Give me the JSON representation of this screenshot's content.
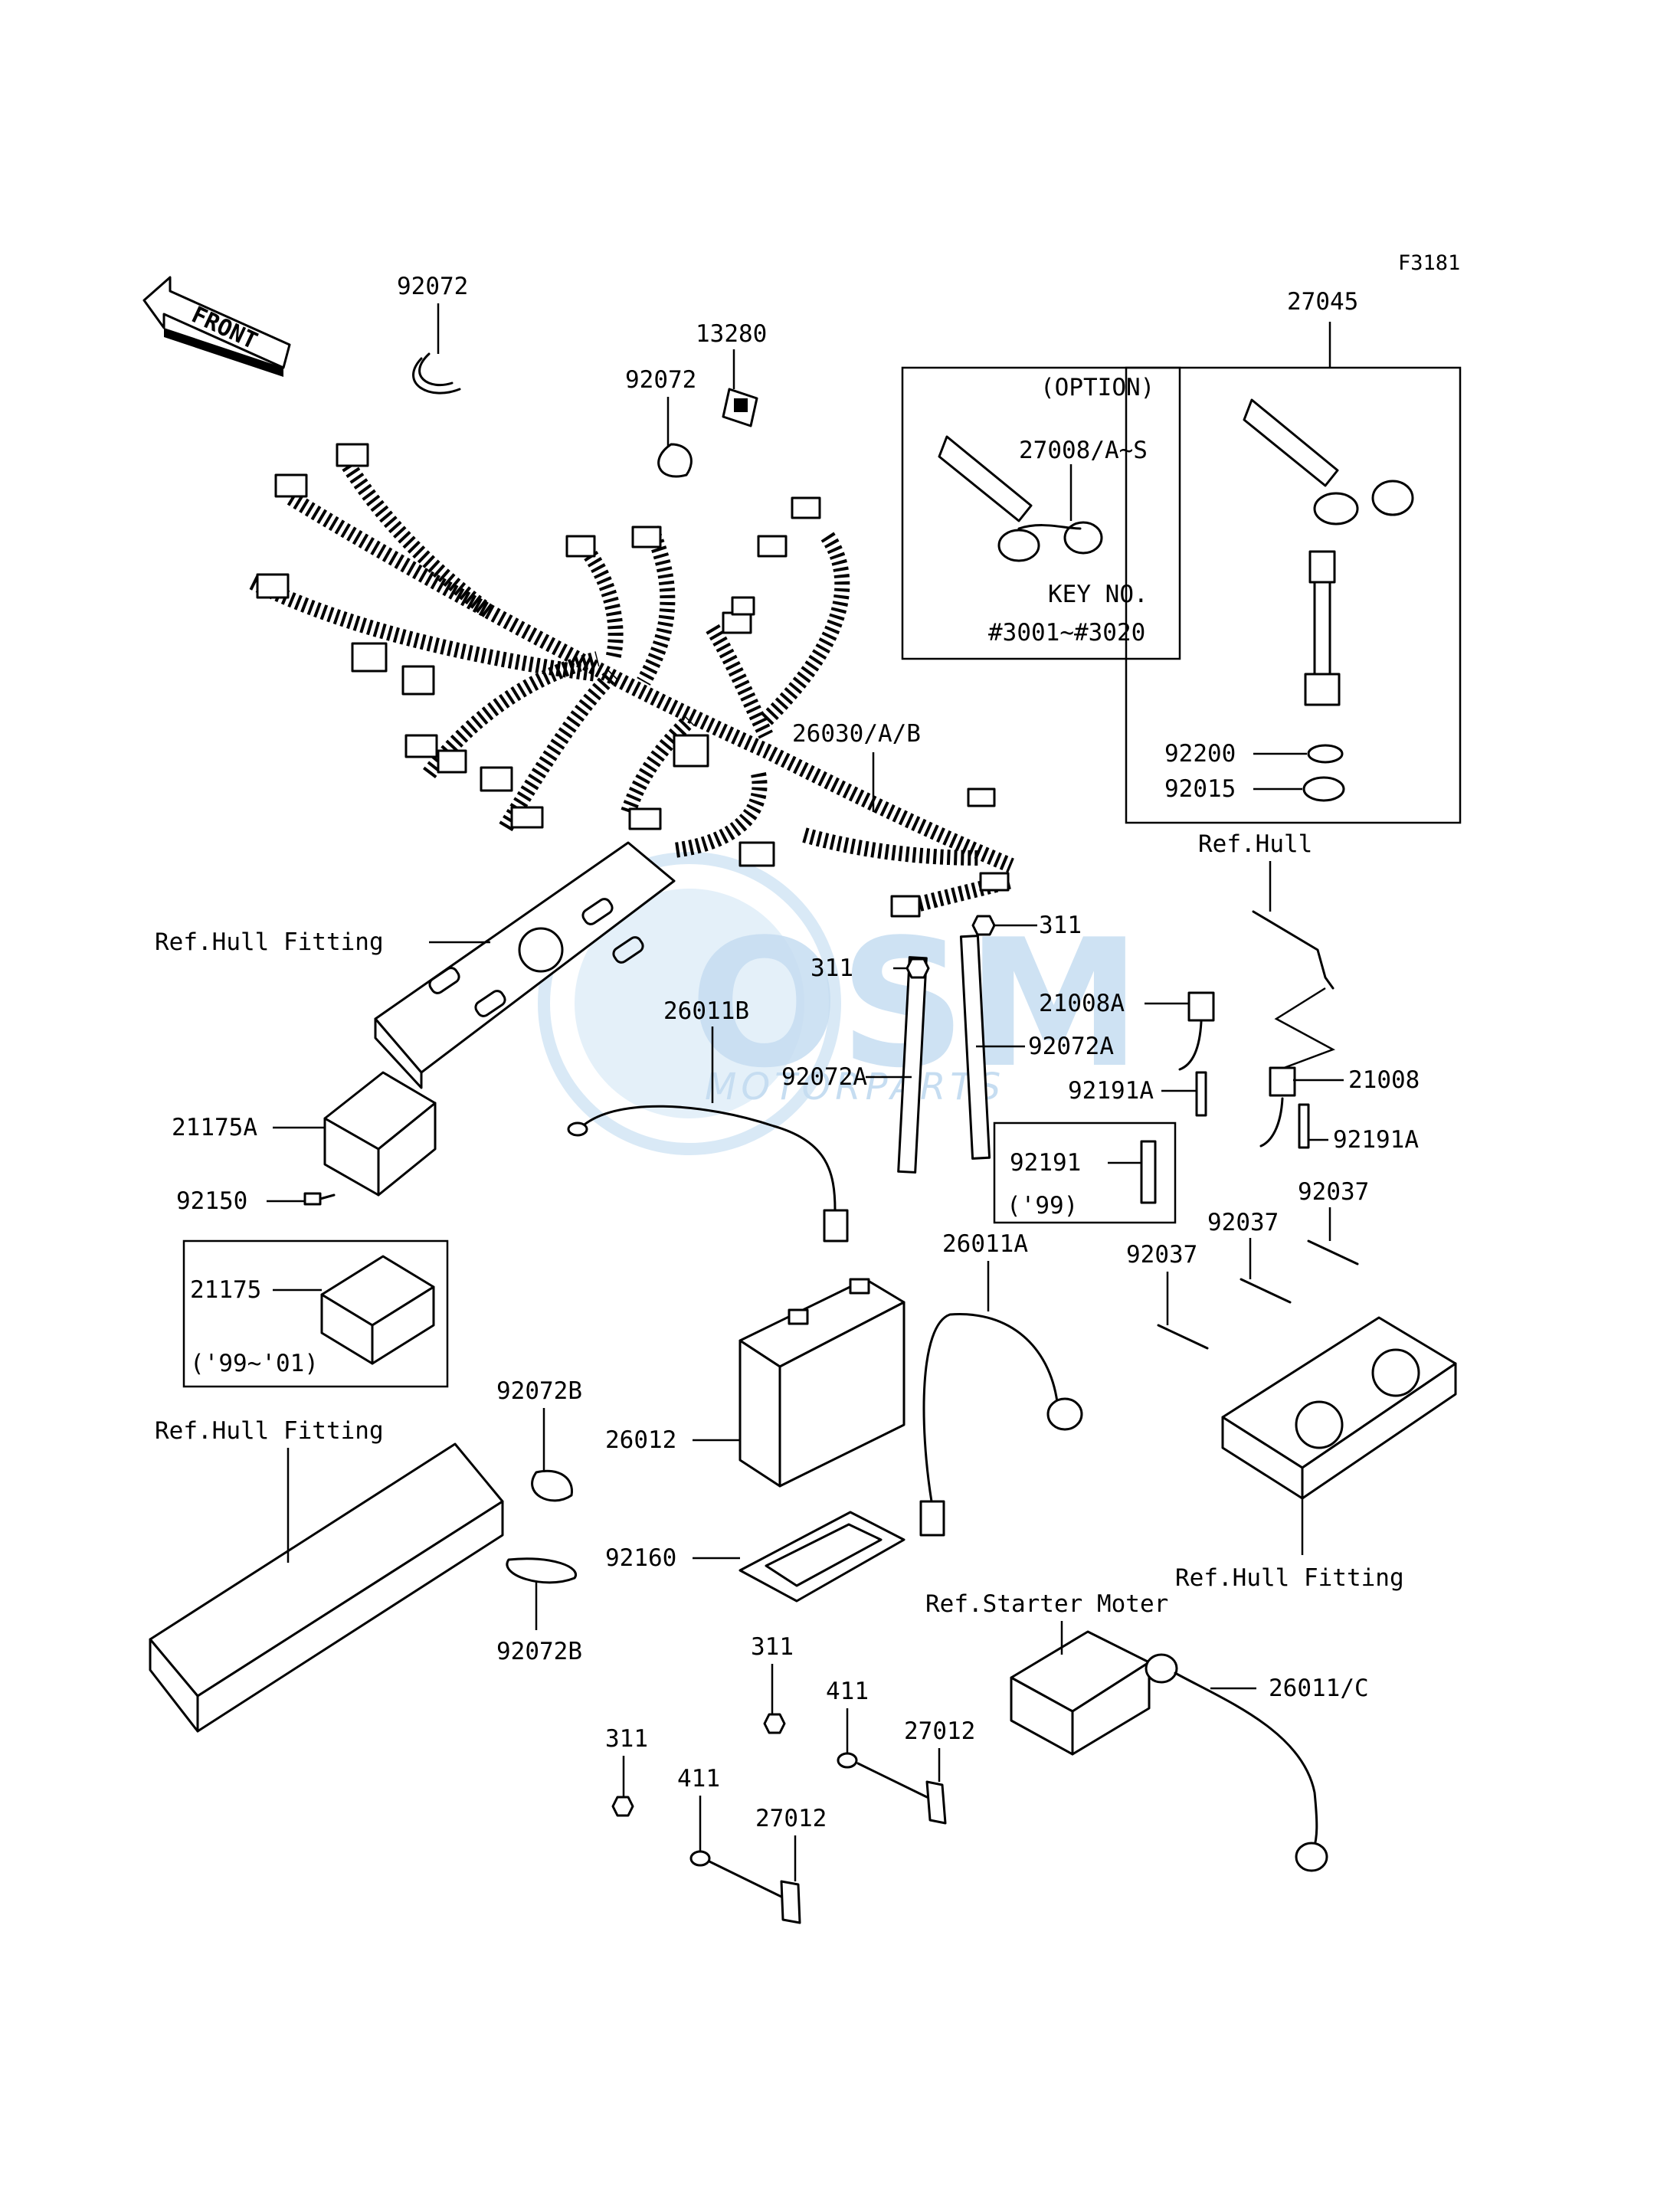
{
  "diagram": {
    "figure_code": "F3181",
    "front_label": "FRONT",
    "watermark": {
      "main": "OSM",
      "sub": "MOTORPARTS",
      "color": "#cfe3f4"
    },
    "labels": {
      "p92072_a": "92072",
      "p92072_b": "92072",
      "p13280": "13280",
      "p27045": "27045",
      "option": "(OPTION)",
      "p27008": "27008/A~S",
      "key_no": "KEY NO.",
      "key_range": "#3001~#3020",
      "p92200": "92200",
      "p92015": "92015",
      "p26030": "26030/A/B",
      "ref_hull_fitting_1": "Ref.Hull Fitting",
      "ref_hull": "Ref.Hull",
      "p311_a": "311",
      "p311_b": "311",
      "p21008a": "21008A",
      "p26011b": "26011B",
      "p92072a_1": "92072A",
      "p92072a_2": "92072A",
      "p21008": "21008",
      "p92191a_1": "92191A",
      "p92191a_2": "92191A",
      "p21175a": "21175A",
      "p92191": "92191",
      "y99": "('99)",
      "p92150": "92150",
      "p26011a": "26011A",
      "p92037_1": "92037",
      "p92037_2": "92037",
      "p92037_3": "92037",
      "p21175": "21175",
      "y99_01": "('99~'01)",
      "ref_hull_fitting_2": "Ref.Hull Fitting",
      "p92072b_1": "92072B",
      "p26012": "26012",
      "ref_hull_fitting_3": "Ref.Hull Fitting",
      "p92160": "92160",
      "ref_starter": "Ref.Starter Moter",
      "p92072b_2": "92072B",
      "p311_c": "311",
      "p26011c": "26011/C",
      "p411_a": "411",
      "p27012_a": "27012",
      "p311_d": "311",
      "p411_b": "411",
      "p27012_b": "27012"
    }
  }
}
